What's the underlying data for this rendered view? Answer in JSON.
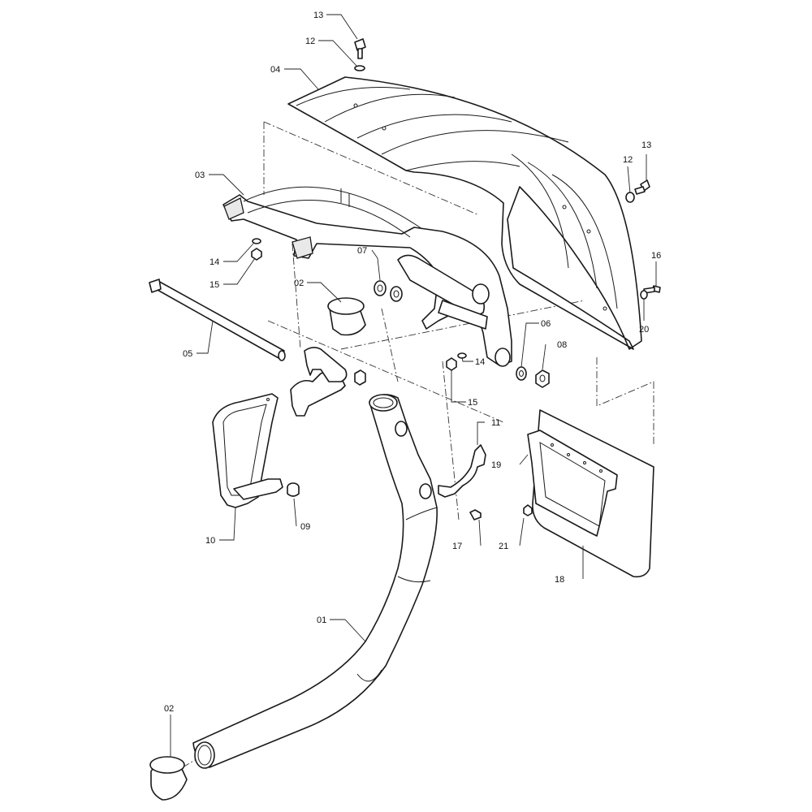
{
  "callouts": {
    "c01": "01",
    "c02a": "02",
    "c02b": "02",
    "c03": "03",
    "c04": "04",
    "c05": "05",
    "c06": "06",
    "c07": "07",
    "c08": "08",
    "c09": "09",
    "c10": "10",
    "c11": "11",
    "c12a": "12",
    "c12b": "12",
    "c13a": "13",
    "c13b": "13",
    "c14a": "14",
    "c14b": "14",
    "c15a": "15",
    "c15b": "15",
    "c16": "16",
    "c17": "17",
    "c18": "18",
    "c19": "19",
    "c20": "20",
    "c21": "21"
  }
}
